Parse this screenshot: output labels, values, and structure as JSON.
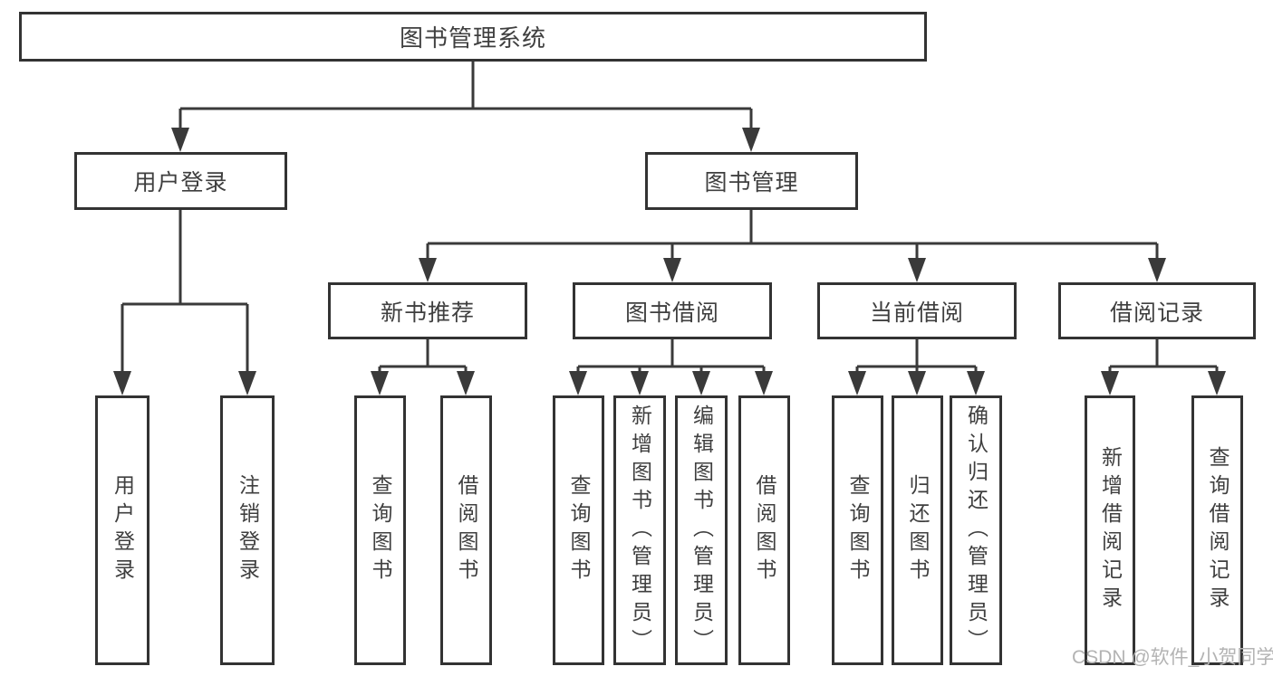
{
  "diagram": {
    "root": {
      "label": "图书管理系统"
    },
    "branches": [
      {
        "label": "用户登录",
        "children": [
          {
            "label": "用户登录"
          },
          {
            "label": "注销登录"
          }
        ]
      },
      {
        "label": "图书管理",
        "children": [
          {
            "label": "新书推荐",
            "children": [
              {
                "label": "查询图书"
              },
              {
                "label": "借阅图书"
              }
            ]
          },
          {
            "label": "图书借阅",
            "children": [
              {
                "label": "查询图书"
              },
              {
                "label": "新增图书（管理员）"
              },
              {
                "label": "编辑图书（管理员）"
              },
              {
                "label": "借阅图书"
              }
            ]
          },
          {
            "label": "当前借阅",
            "children": [
              {
                "label": "查询图书"
              },
              {
                "label": "归还图书"
              },
              {
                "label": "确认归还（管理员）"
              }
            ]
          },
          {
            "label": "借阅记录",
            "children": [
              {
                "label": "新增借阅记录"
              },
              {
                "label": "查询借阅记录"
              }
            ]
          }
        ]
      }
    ]
  },
  "watermark": "CSDN @软件_小贺同学",
  "colors": {
    "line": "#3a3a3a",
    "box_border": "#333333",
    "text": "#3f3f3f",
    "watermark": "#b3b3b3",
    "background": "#ffffff"
  }
}
